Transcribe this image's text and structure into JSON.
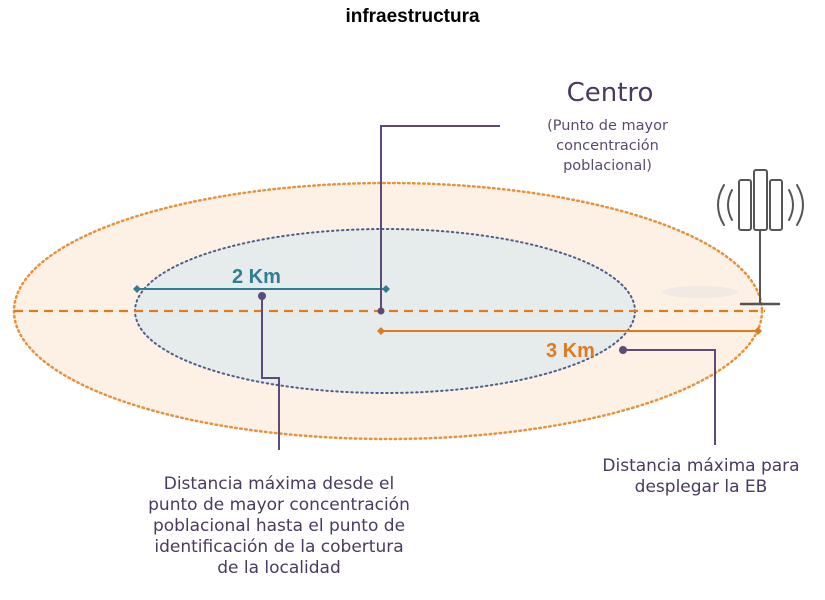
{
  "title": "infraestructura",
  "centro": {
    "title": "Centro",
    "subtitle_lines": [
      "(Punto de mayor",
      "concentración",
      "poblacional)"
    ]
  },
  "distance_inner": "2 Km",
  "distance_outer": "3 Km",
  "label_left_lines": [
    "Distancia máxima desde el",
    "punto de mayor concentración",
    "poblacional hasta el punto de",
    "identificación de la cobertura",
    "de la localidad"
  ],
  "label_right_lines": [
    "Distancia máxima para",
    "desplegar la EB"
  ],
  "colors": {
    "outer_ellipse": "#e8913a",
    "outer_fill": "#fdf1e6",
    "inner_ellipse": "#4f5d8a",
    "inner_fill": "#e6eceb",
    "teal": "#2f7f94",
    "orange": "#e07a1f",
    "leader": "#5c4a78"
  },
  "icons": [
    "antenna-tower-icon"
  ]
}
